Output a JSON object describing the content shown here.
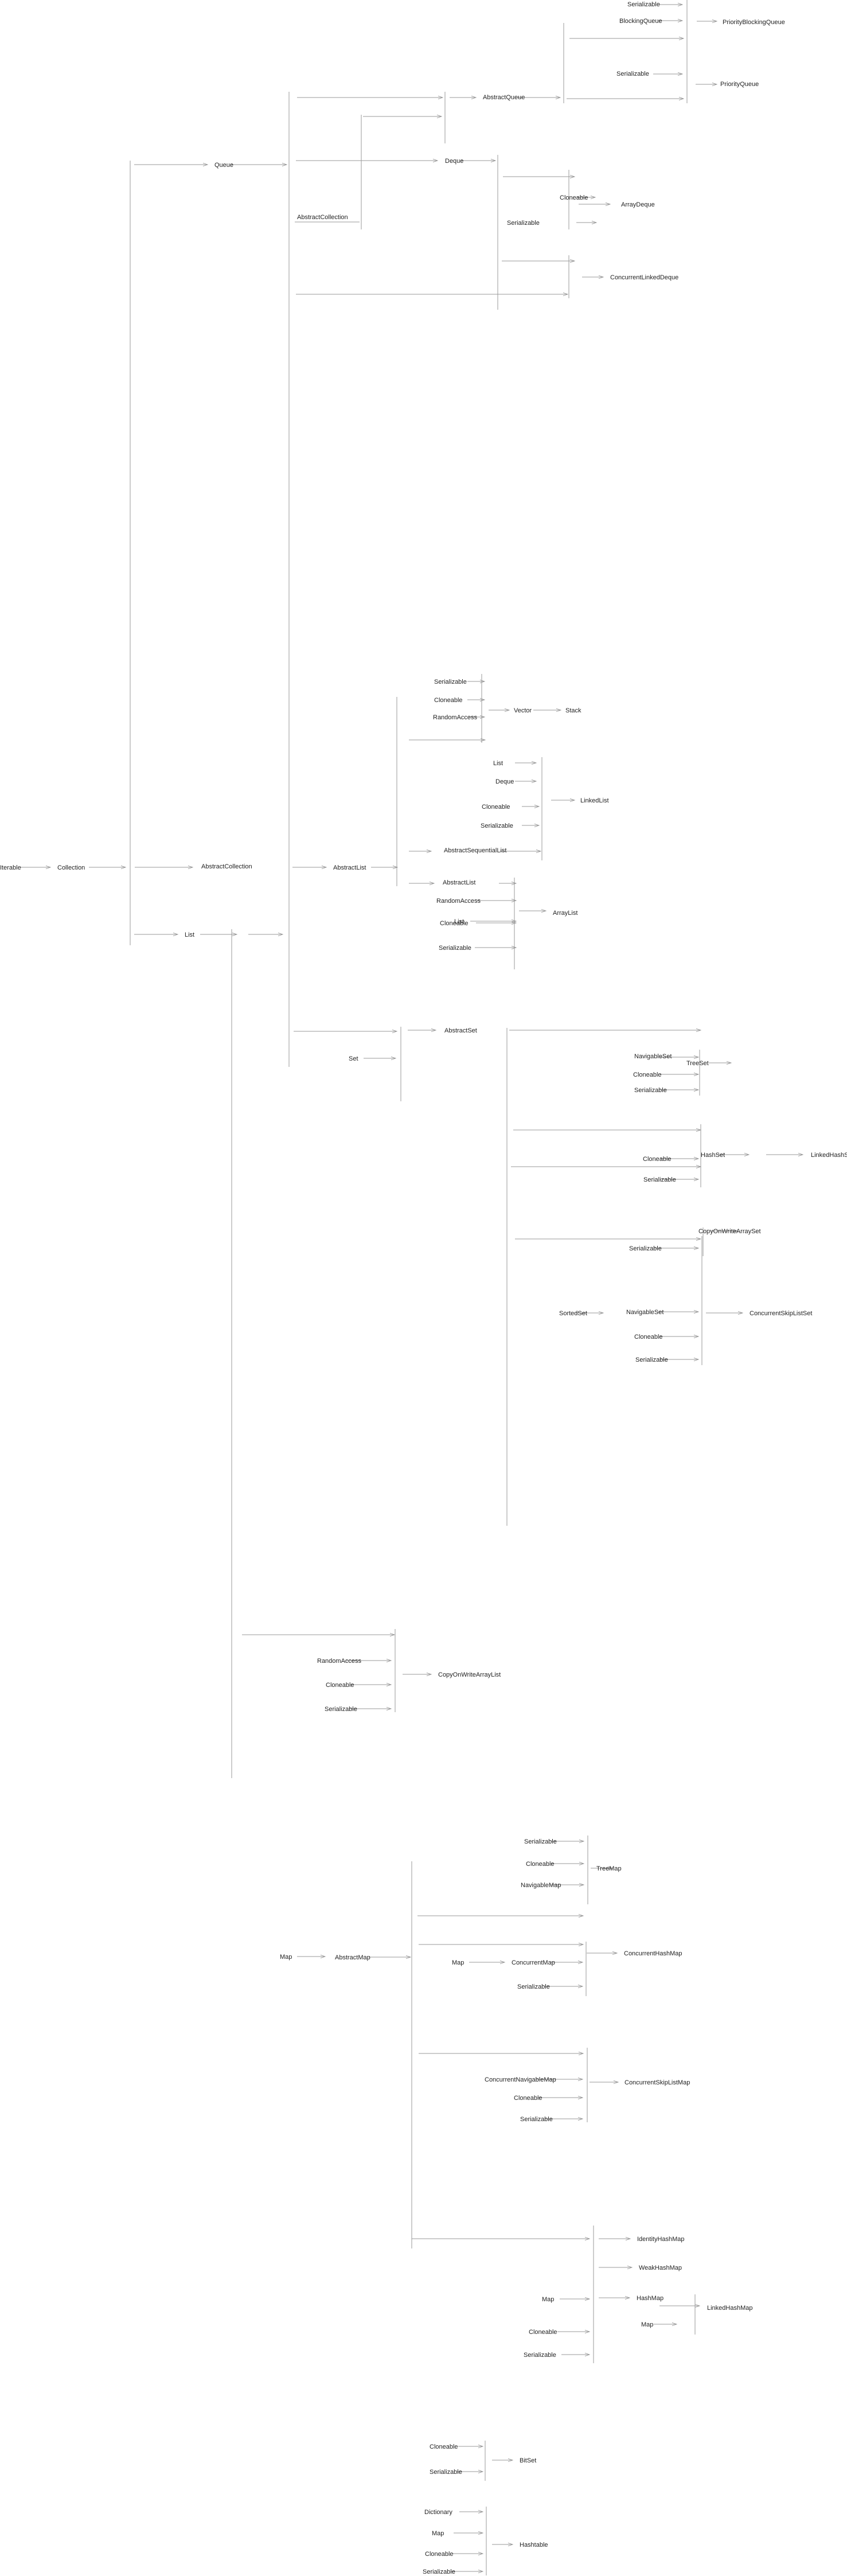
{
  "diagram": {
    "nodes": [
      {
        "id": "n001",
        "label": "Serializable"
      },
      {
        "id": "n002",
        "label": "BlockingQueue"
      },
      {
        "id": "n003",
        "label": "PriorityBlockingQueue"
      },
      {
        "id": "n004",
        "label": "Serializable"
      },
      {
        "id": "n005",
        "label": "PriorityQueue"
      },
      {
        "id": "n006",
        "label": "AbstractQueue"
      },
      {
        "id": "n007",
        "label": "Queue"
      },
      {
        "id": "n008",
        "label": "Deque"
      },
      {
        "id": "n009",
        "label": "Cloneable"
      },
      {
        "id": "n010",
        "label": "ArrayDeque"
      },
      {
        "id": "n011",
        "label": "Serializable"
      },
      {
        "id": "n012",
        "label": "AbstractCollection"
      },
      {
        "id": "n013",
        "label": "ConcurrentLinkedDeque"
      },
      {
        "id": "n014",
        "label": "Serializable"
      },
      {
        "id": "n015",
        "label": "Cloneable"
      },
      {
        "id": "n016",
        "label": "RandomAccess"
      },
      {
        "id": "n017",
        "label": "Vector"
      },
      {
        "id": "n018",
        "label": "Stack"
      },
      {
        "id": "n019",
        "label": "List"
      },
      {
        "id": "n020",
        "label": "Deque"
      },
      {
        "id": "n021",
        "label": "Cloneable"
      },
      {
        "id": "n022",
        "label": "LinkedList"
      },
      {
        "id": "n023",
        "label": "Serializable"
      },
      {
        "id": "n024",
        "label": "AbstractSequentialList"
      },
      {
        "id": "n025",
        "label": "Iterable"
      },
      {
        "id": "n026",
        "label": "Collection"
      },
      {
        "id": "n027",
        "label": "AbstractCollection"
      },
      {
        "id": "n028",
        "label": "AbstractList"
      },
      {
        "id": "n029",
        "label": "AbstractList"
      },
      {
        "id": "n030",
        "label": "RandomAccess"
      },
      {
        "id": "n031",
        "label": "ArrayList"
      },
      {
        "id": "n032",
        "label": "Cloneable"
      },
      {
        "id": "n033",
        "label": "Serializable"
      },
      {
        "id": "n034",
        "label": "List"
      },
      {
        "id": "n035",
        "label": "List"
      },
      {
        "id": "n036",
        "label": "AbstractSet"
      },
      {
        "id": "n037",
        "label": "Set"
      },
      {
        "id": "n038",
        "label": "NavigableSet"
      },
      {
        "id": "n039",
        "label": "TreeSet"
      },
      {
        "id": "n040",
        "label": "Cloneable"
      },
      {
        "id": "n041",
        "label": "Serializable"
      },
      {
        "id": "n042",
        "label": "Cloneable"
      },
      {
        "id": "n043",
        "label": "HashSet"
      },
      {
        "id": "n044",
        "label": "LinkedHashSet"
      },
      {
        "id": "n045",
        "label": "Serializable"
      },
      {
        "id": "n046",
        "label": "CopyOnWriteArraySet"
      },
      {
        "id": "n047",
        "label": "Serializable"
      },
      {
        "id": "n048",
        "label": "SortedSet"
      },
      {
        "id": "n049",
        "label": "NavigableSet"
      },
      {
        "id": "n050",
        "label": "ConcurrentSkipListSet"
      },
      {
        "id": "n051",
        "label": "Cloneable"
      },
      {
        "id": "n052",
        "label": "Serializable"
      },
      {
        "id": "n053",
        "label": "RandomAccess"
      },
      {
        "id": "n054",
        "label": "CopyOnWriteArrayList"
      },
      {
        "id": "n055",
        "label": "Cloneable"
      },
      {
        "id": "n056",
        "label": "Serializable"
      },
      {
        "id": "n057",
        "label": "Serializable"
      },
      {
        "id": "n058",
        "label": "Cloneable"
      },
      {
        "id": "n059",
        "label": "TreeMap"
      },
      {
        "id": "n060",
        "label": "NavigableMap"
      },
      {
        "id": "n061",
        "label": "Map"
      },
      {
        "id": "n062",
        "label": "AbstractMap"
      },
      {
        "id": "n063",
        "label": "Map"
      },
      {
        "id": "n064",
        "label": "ConcurrentMap"
      },
      {
        "id": "n065",
        "label": "ConcurrentHashMap"
      },
      {
        "id": "n066",
        "label": "Serializable"
      },
      {
        "id": "n067",
        "label": "ConcurrentNavigableMap"
      },
      {
        "id": "n068",
        "label": "ConcurrentSkipListMap"
      },
      {
        "id": "n069",
        "label": "Cloneable"
      },
      {
        "id": "n070",
        "label": "Serializable"
      },
      {
        "id": "n071",
        "label": "IdentityHashMap"
      },
      {
        "id": "n072",
        "label": "WeakHashMap"
      },
      {
        "id": "n073",
        "label": "Map"
      },
      {
        "id": "n074",
        "label": "HashMap"
      },
      {
        "id": "n075",
        "label": "Map"
      },
      {
        "id": "n076",
        "label": "LinkedHashMap"
      },
      {
        "id": "n077",
        "label": "Cloneable"
      },
      {
        "id": "n078",
        "label": "Serializable"
      },
      {
        "id": "n079",
        "label": "Cloneable"
      },
      {
        "id": "n080",
        "label": "BitSet"
      },
      {
        "id": "n081",
        "label": "Serializable"
      },
      {
        "id": "n082",
        "label": "Dictionary"
      },
      {
        "id": "n083",
        "label": "Map"
      },
      {
        "id": "n084",
        "label": "Hashtable"
      },
      {
        "id": "n085",
        "label": "Cloneable"
      },
      {
        "id": "n086",
        "label": "Serializable"
      }
    ]
  }
}
